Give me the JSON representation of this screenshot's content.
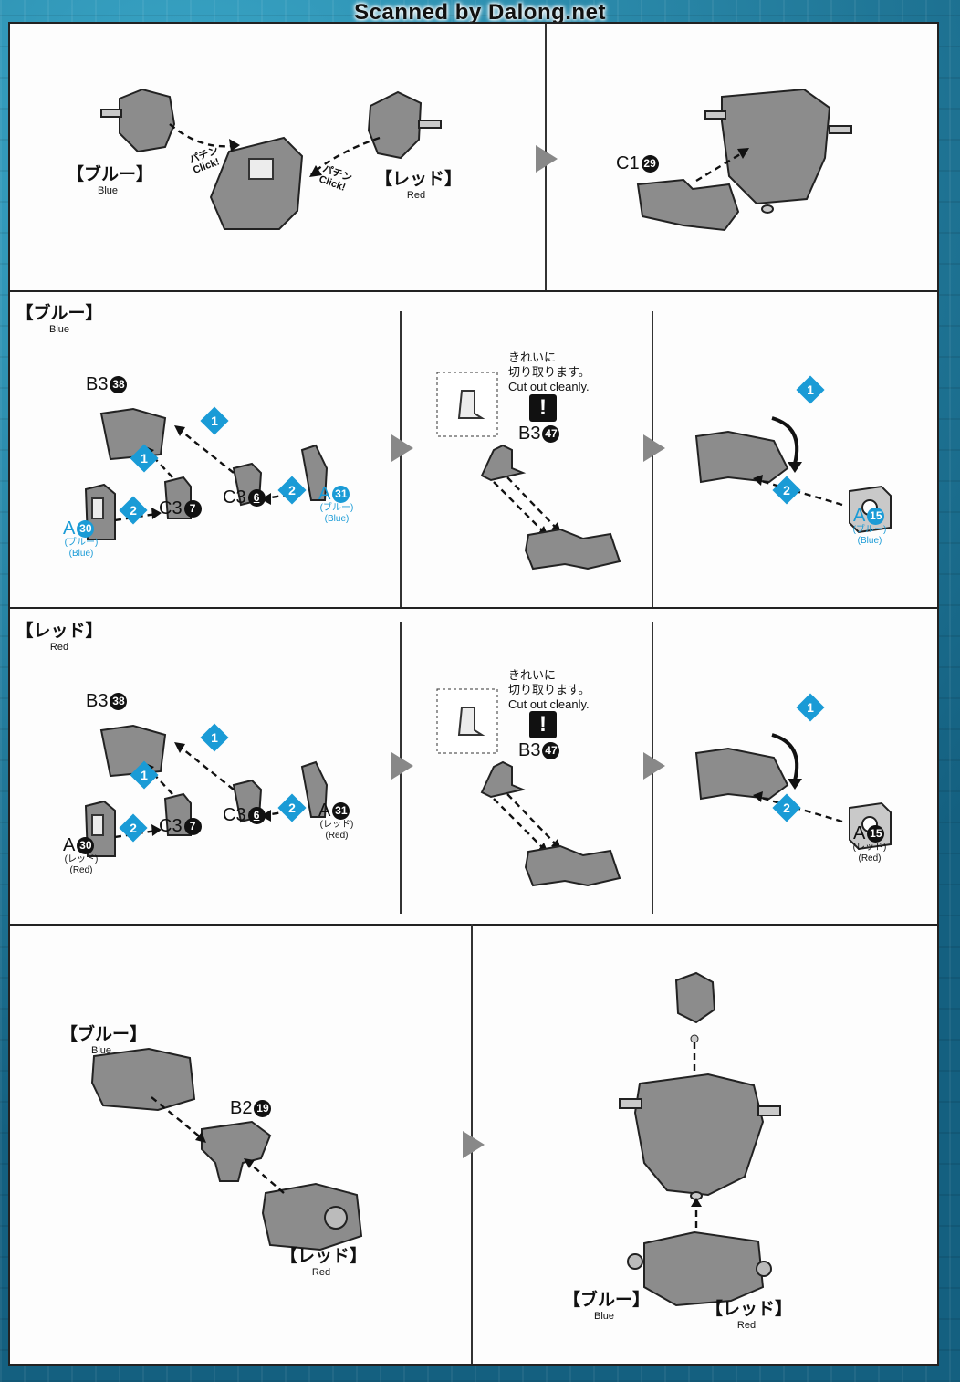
{
  "credit": "Scanned by Dalong.net",
  "labels": {
    "blue_jp": "【ブルー】",
    "blue_en": "Blue",
    "red_jp": "【レッド】",
    "red_en": "Red"
  },
  "section1": {
    "click_jp": "パチン",
    "click_en": "Click!",
    "part_c1": "C1",
    "part_c1_num": "29"
  },
  "cut_note": {
    "jp_line1": "きれいに",
    "jp_line2": "切り取ります。",
    "en": "Cut out cleanly.",
    "mark": "!"
  },
  "blue_block": {
    "b3": "B3",
    "b3_num": "38",
    "c3": "C3",
    "c3_num": "7",
    "c3b": "C3",
    "c3b_num": "6",
    "a30": "A",
    "a30_num": "30",
    "a30_jp": "(ブルー)",
    "a30_en": "(Blue)",
    "a31": "A",
    "a31_num": "31",
    "a31_jp": "(ブルー)",
    "a31_en": "(Blue)",
    "b3b": "B3",
    "b3b_num": "47",
    "a15": "A",
    "a15_num": "15",
    "a15_jp": "(ブルー)",
    "a15_en": "(Blue)"
  },
  "red_block": {
    "b3": "B3",
    "b3_num": "38",
    "c3": "C3",
    "c3_num": "7",
    "c3b": "C3",
    "c3b_num": "6",
    "a30": "A",
    "a30_num": "30",
    "a30_jp": "(レッド)",
    "a30_en": "(Red)",
    "a31": "A",
    "a31_num": "31",
    "a31_jp": "(レッド)",
    "a31_en": "(Red)",
    "b3b": "B3",
    "b3b_num": "47",
    "a15": "A",
    "a15_num": "15",
    "a15_jp": "(レッド)",
    "a15_en": "(Red)"
  },
  "final_block": {
    "b2": "B2",
    "b2_num": "19"
  },
  "steps": {
    "one": "1",
    "two": "2"
  },
  "colors": {
    "accent": "#1a9bd6",
    "ink": "#111111",
    "part": "#8c8c8c"
  }
}
